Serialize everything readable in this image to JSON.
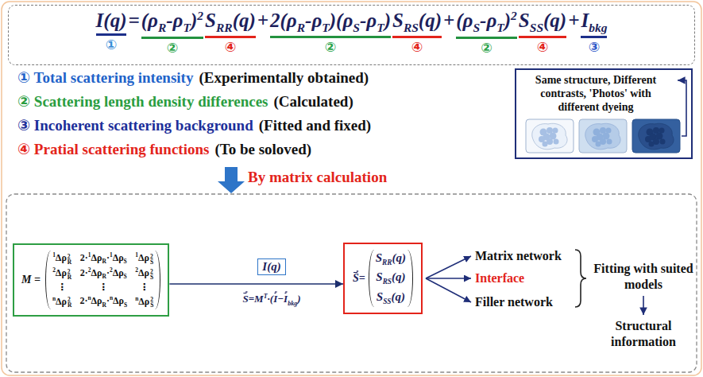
{
  "diagram": {
    "nodes": [
      {
        "text": [
          "I(q)",
          "=",
          "(ρ",
          "R",
          "-ρ",
          "T",
          ")",
          "2",
          "S",
          "RR",
          "(q)",
          "+",
          "2(ρ",
          "R",
          "-ρ",
          "T",
          ")(ρ",
          "S",
          "-ρ",
          "T",
          ")",
          "S",
          "RS",
          "(q)",
          "+",
          "(ρ",
          "S",
          "-ρ",
          "T",
          ")",
          "2",
          "S",
          "SS",
          "(q)",
          "+",
          "I",
          "bkg",
          "①",
          "②",
          "④",
          "②",
          "④",
          "②",
          "④",
          "③"
        ]
      },
      {
        "text": [
          "Same structure, Different contrasts, 'Photos' with different dyeing"
        ]
      },
      {
        "text": [
          "M =",
          "1",
          "Δρ",
          "2",
          "R",
          "2·",
          "1",
          "Δρ",
          "R",
          "·",
          "1",
          "Δρ",
          "S",
          "1",
          "Δρ",
          "2",
          "S",
          "2",
          "Δρ",
          "2",
          "R",
          "2·",
          "2",
          "Δρ",
          "R",
          "·",
          "2",
          "Δρ",
          "S",
          "2",
          "Δρ",
          "2",
          "S",
          "⋮",
          "⋮",
          "⋮",
          "n",
          "Δρ",
          "2",
          "R",
          "2·",
          "n",
          "Δρ",
          "R",
          "·",
          "n",
          "Δρ",
          "S",
          "n",
          "Δρ",
          "2",
          "S"
        ]
      },
      {
        "text": [
          "I(q)"
        ]
      },
      {
        "text": [
          "S",
          "=",
          "S",
          "RR",
          "(q)",
          "S",
          "RS",
          "(q)",
          "S",
          "SS",
          "(q)"
        ]
      }
    ],
    "edges": [
      {
        "from": 2,
        "to": 4,
        "arrow": "to"
      }
    ],
    "labels": [
      "① Total scattering intensity",
      "(Experimentally obtained)",
      "② Scattering length density differences",
      "(Calculated)",
      "③ Incoherent scattering background",
      "(Fitted and fixed)",
      "④ Pratial scattering functions",
      "(To be soloved)",
      "By matrix calculation",
      "S",
      "=",
      "M",
      "T",
      "·(",
      "I",
      "−",
      "I",
      "bkg",
      ")",
      "Matrix network",
      "Interface",
      "Filler network",
      "Fitting with suited models",
      "Structural information"
    ]
  }
}
